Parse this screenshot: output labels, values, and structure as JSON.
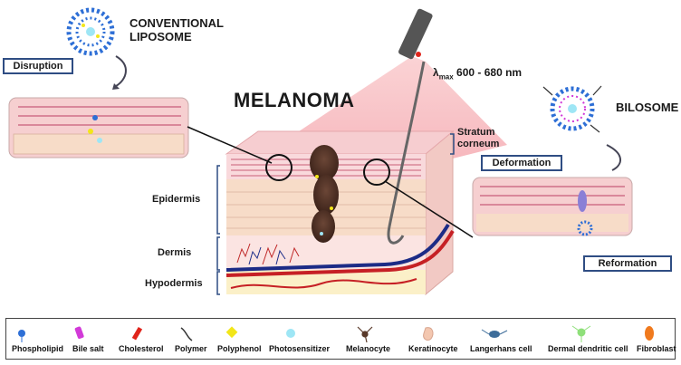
{
  "title": "MELANOMA",
  "conventional_liposome": {
    "line1": "CONVENTIONAL",
    "line2": "LIPOSOME"
  },
  "bilosome": "BILOSOME",
  "wavelength": {
    "symbol": "λ",
    "subscript": "max",
    "range": "600 - 680 nm"
  },
  "boxes": {
    "disruption": "Disruption",
    "deformation": "Deformation",
    "reformation": "Reformation"
  },
  "stratum": {
    "line1": "Stratum",
    "line2": "corneum"
  },
  "layers": {
    "epidermis": "Epidermis",
    "dermis": "Dermis",
    "hypodermis": "Hypodermis"
  },
  "legend": [
    {
      "label": "Phospholipid",
      "icon": "phospholipid-icon",
      "color": "#2e6fd6"
    },
    {
      "label": "Bile salt",
      "icon": "bile-salt-icon",
      "color": "#d23ad8"
    },
    {
      "label": "Cholesterol",
      "icon": "cholesterol-icon",
      "color": "#e0241b"
    },
    {
      "label": "Polymer",
      "icon": "polymer-icon",
      "color": "#333333"
    },
    {
      "label": "Polyphenol",
      "icon": "polyphenol-icon",
      "color": "#f2e61a"
    },
    {
      "label": "Photosensitizer",
      "icon": "photosensitizer-icon",
      "color": "#9ee6f5"
    },
    {
      "label": "Melanocyte",
      "icon": "melanocyte-icon",
      "color": "#5a3a2a"
    },
    {
      "label": "Keratinocyte",
      "icon": "keratinocyte-icon",
      "color": "#f3c7b0"
    },
    {
      "label": "Langerhans cell",
      "icon": "langerhans-cell-icon",
      "color": "#3d6d9a"
    },
    {
      "label": "Dermal dendritic cell",
      "icon": "dermal-dendritic-cell-icon",
      "color": "#8fe07a"
    },
    {
      "label": "Fibroblast",
      "icon": "fibroblast-icon",
      "color": "#f07a1e"
    }
  ]
}
